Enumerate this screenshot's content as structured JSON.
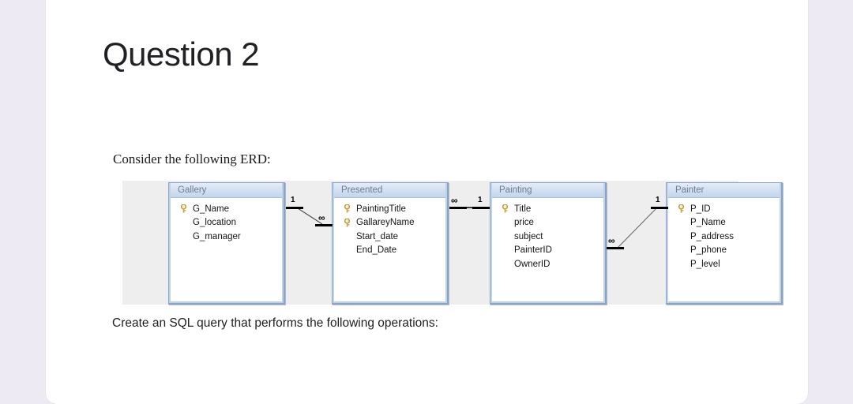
{
  "page": {
    "title": "Question 2",
    "intro_text": "Consider the following ERD:",
    "outro_text": "Create an SQL query that performs the following operations:",
    "card_background": "#ffffff",
    "app_background": "#eeeaf4"
  },
  "erd": {
    "panel_background": "#eeeeee",
    "entities": [
      {
        "name": "Gallery",
        "fields": [
          {
            "label": "G_Name",
            "key": true
          },
          {
            "label": "G_location",
            "key": false
          },
          {
            "label": "G_manager",
            "key": false
          }
        ]
      },
      {
        "name": "Presented",
        "fields": [
          {
            "label": "PaintingTitle",
            "key": true
          },
          {
            "label": "GallareyName",
            "key": true
          },
          {
            "label": "Start_date",
            "key": false
          },
          {
            "label": "End_Date",
            "key": false
          }
        ]
      },
      {
        "name": "Painting",
        "fields": [
          {
            "label": "Title",
            "key": true
          },
          {
            "label": "price",
            "key": false
          },
          {
            "label": "subject",
            "key": false
          },
          {
            "label": "PainterID",
            "key": false
          },
          {
            "label": "OwnerID",
            "key": false
          }
        ]
      },
      {
        "name": "Painter",
        "fields": [
          {
            "label": "P_ID",
            "key": true
          },
          {
            "label": "P_Name",
            "key": false
          },
          {
            "label": "P_address",
            "key": false
          },
          {
            "label": "P_phone",
            "key": false
          },
          {
            "label": "P_level",
            "key": false
          }
        ]
      }
    ],
    "relationships": [
      {
        "from": "Gallery",
        "to": "Presented",
        "from_cardinality": "1",
        "to_cardinality": "∞"
      },
      {
        "from": "Presented",
        "to": "Painting",
        "from_cardinality": "∞",
        "to_cardinality": "1"
      },
      {
        "from": "Painting",
        "to": "Painter",
        "from_cardinality": "∞",
        "to_cardinality": "1"
      }
    ],
    "key_icon": "primary-key-icon"
  }
}
